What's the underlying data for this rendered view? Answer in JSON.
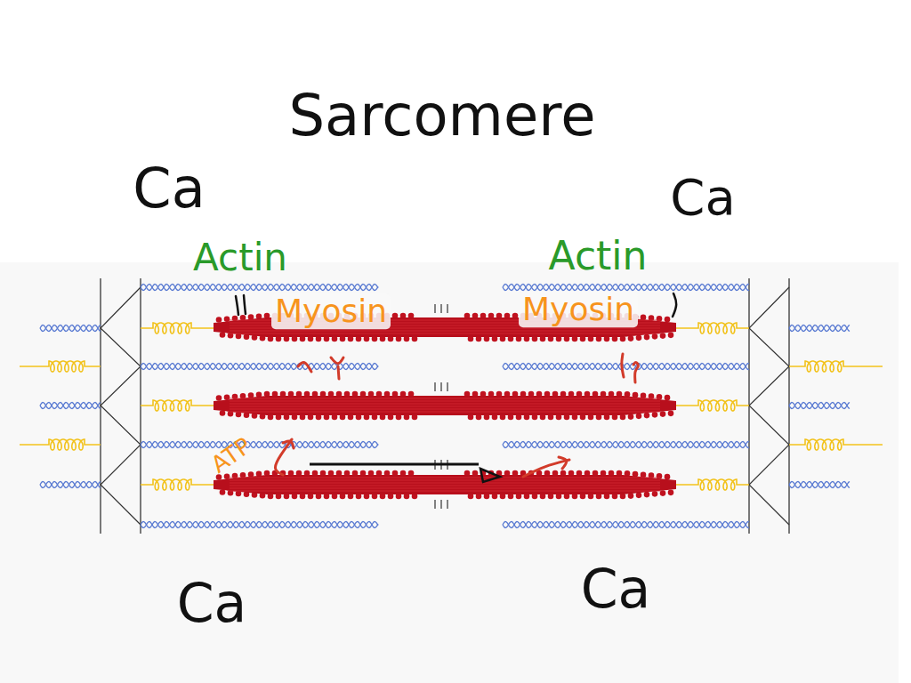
{
  "diagram": {
    "title": "Sarcomere",
    "labels": [
      "Ca",
      "Ca",
      "Actin",
      "Actin",
      "Myosin",
      "Myosin",
      "ATP",
      "Ca",
      "Ca"
    ]
  }
}
